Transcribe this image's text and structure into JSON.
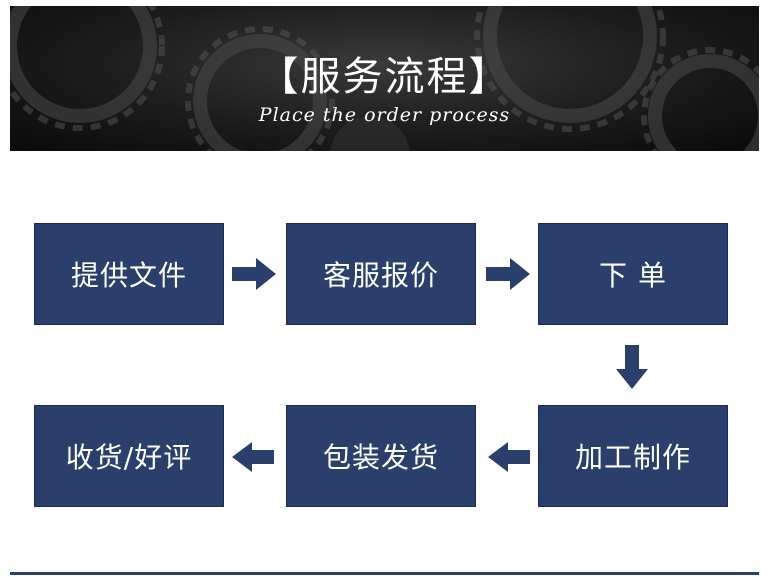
{
  "banner": {
    "title": "【服务流程】",
    "subtitle": "Place the order process"
  },
  "steps": [
    {
      "label": "提供文件"
    },
    {
      "label": "客服报价"
    },
    {
      "label": "下 单"
    },
    {
      "label": "加工制作"
    },
    {
      "label": "包装发货"
    },
    {
      "label": "收货/好评"
    }
  ],
  "colors": {
    "box": "#2a3f6b",
    "arrow": "#2a3f6b",
    "banner": "#1c1c1c"
  }
}
